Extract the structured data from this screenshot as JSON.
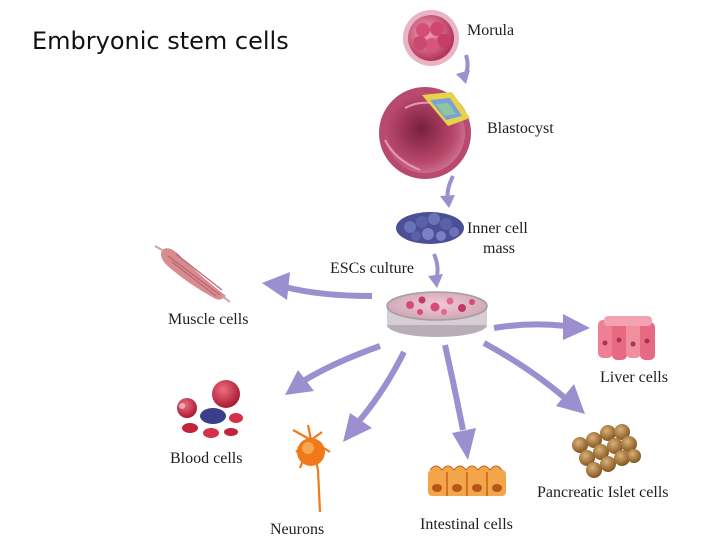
{
  "title": "Embryonic stem cells",
  "labels": {
    "morula": "Morula",
    "blastocyst": "Blastocyst",
    "inner_cell_mass_line1": "Inner cell",
    "inner_cell_mass_line2": "mass",
    "esc_culture": "ESCs culture",
    "muscle": "Muscle cells",
    "liver": "Liver cells",
    "blood": "Blood cells",
    "neurons": "Neurons",
    "intestinal": "Intestinal cells",
    "pancreatic": "Pancreatic Islet cells"
  },
  "colors": {
    "arrow": "#9b8fd0",
    "morula": "#c2456a",
    "blastocyst": "#a8365e",
    "inner_cell_mass": "#4b4f95",
    "dish_cells": "#d84a7a",
    "muscle": "#d98b8f",
    "liver": "#ef7f92",
    "blood_red": "#c4213a",
    "blood_blue": "#3a3f8c",
    "neuron": "#f07a1a",
    "intestinal": "#e8862a",
    "pancreatic": "#9a6a2a"
  }
}
